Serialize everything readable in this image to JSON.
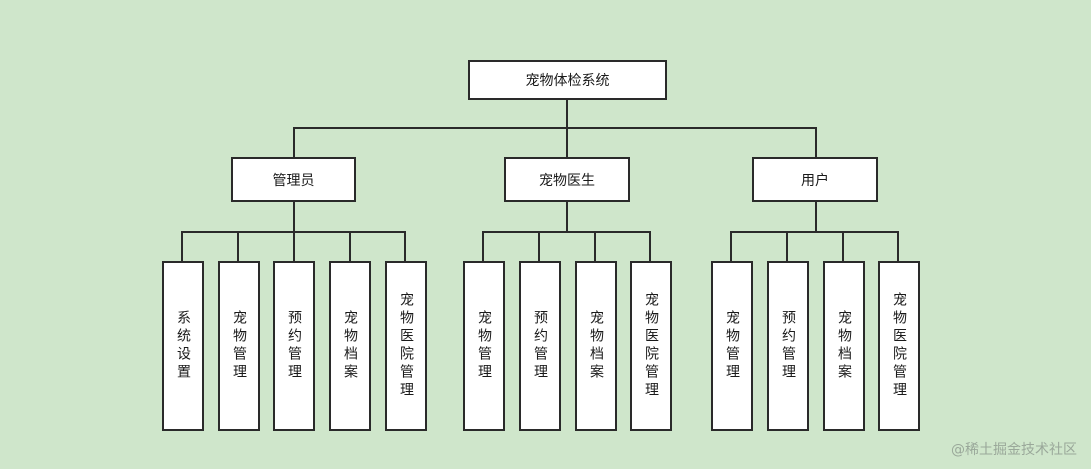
{
  "root": "宠物体检系统",
  "roles": [
    {
      "label": "管理员",
      "children": [
        "系统设置",
        "宠物管理",
        "预约管理",
        "宠物档案",
        "宠物医院管理"
      ]
    },
    {
      "label": "宠物医生",
      "children": [
        "宠物管理",
        "预约管理",
        "宠物档案",
        "宠物医院管理"
      ]
    },
    {
      "label": "用户",
      "children": [
        "宠物管理",
        "预约管理",
        "宠物档案",
        "宠物医院管理"
      ]
    }
  ],
  "watermark": "@稀土掘金技术社区",
  "colors": {
    "background": "#cfe6cb",
    "box": "#ffffff",
    "stroke": "#2a2a2a"
  }
}
